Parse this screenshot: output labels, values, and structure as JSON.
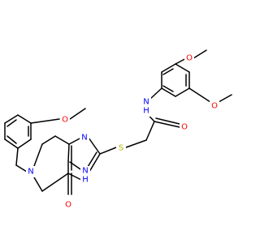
{
  "colors": {
    "bond": "#000000",
    "oxygen": "#ff0000",
    "nitrogen": "#0000ff",
    "sulfur": "#b2b200"
  },
  "labels": {
    "o_top": "O",
    "o_right": "O",
    "nh_amide": "N\nH",
    "o_amide": "O",
    "s": "S",
    "n_pyr1": "N",
    "nh_ring": "N\nH",
    "o_keto": "O",
    "n_piperidine": "N",
    "o_benzyl": "O"
  }
}
